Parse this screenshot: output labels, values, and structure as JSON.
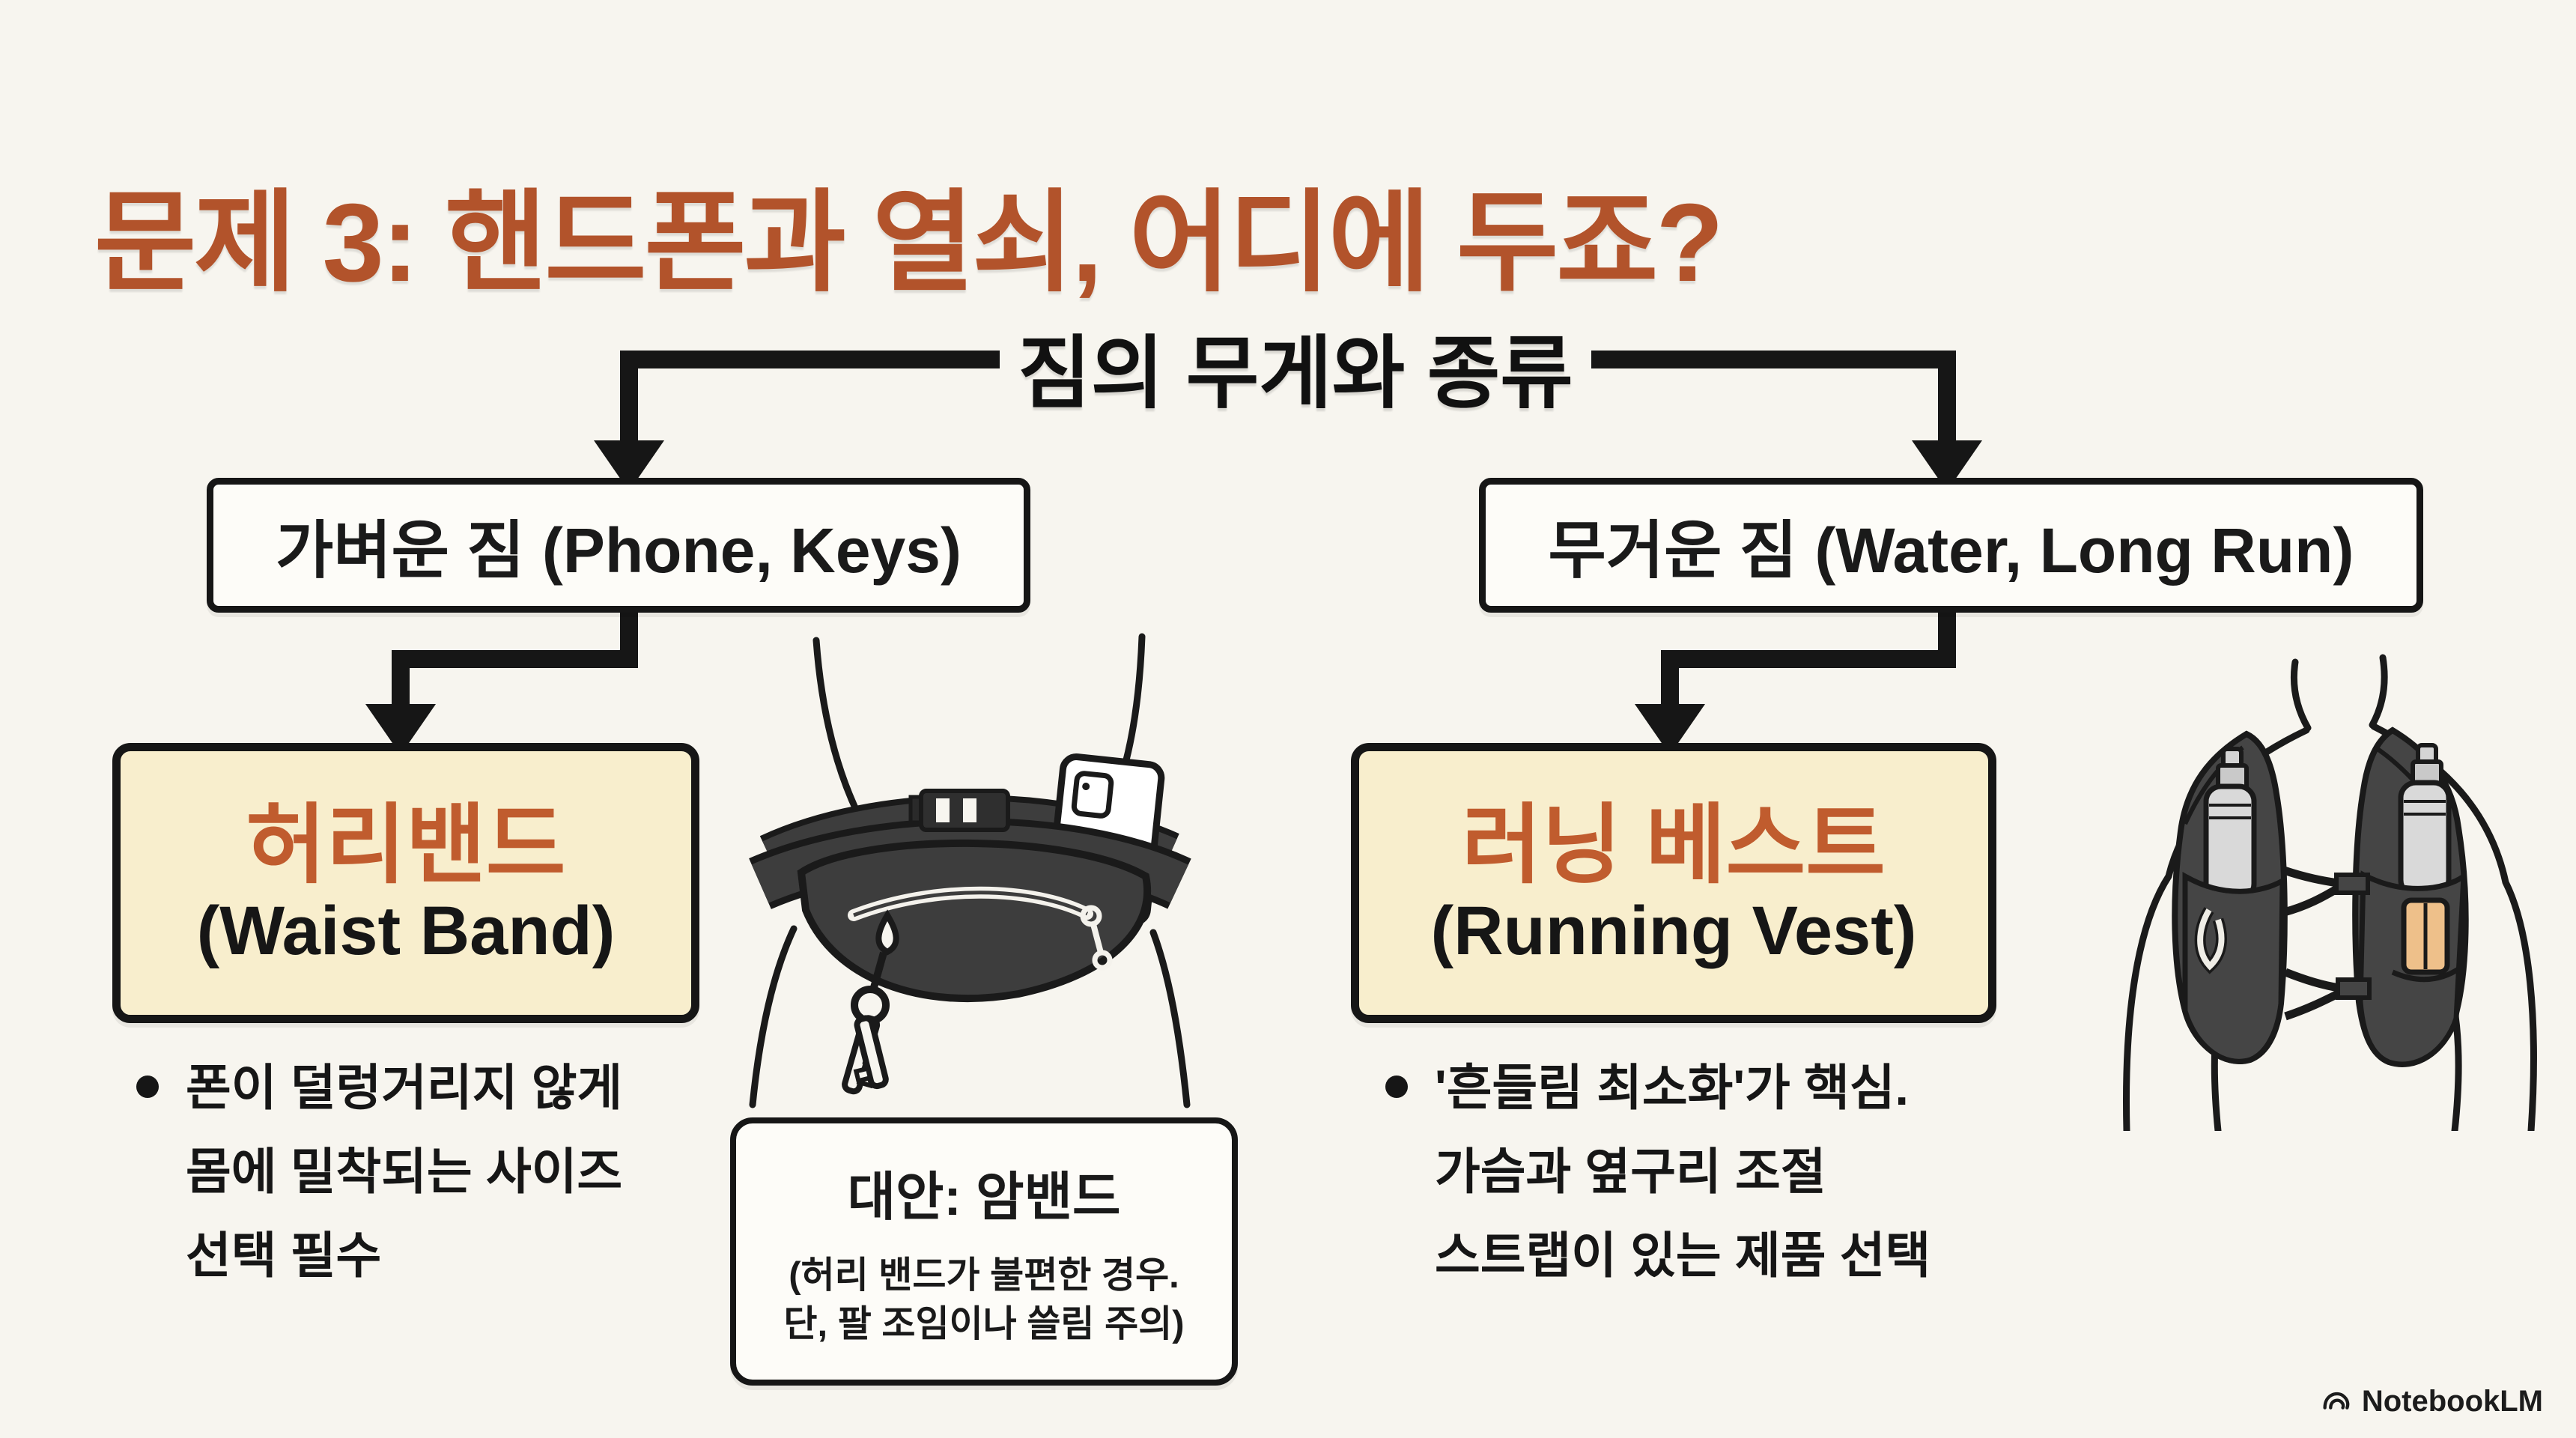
{
  "page": {
    "title": "문제 3: 핸드폰과 열쇠, 어디에 두죠?",
    "background_color": "#f7f5ef",
    "title_color": "#b2532b"
  },
  "flowchart": {
    "root_label": "짐의 무게와 종류",
    "light_branch": {
      "condition_label": "가벼운 짐 (Phone, Keys)",
      "result_title_ko": "허리밴드",
      "result_title_en": "(Waist Band)",
      "note_lines": [
        "폰이 덜렁거리지 않게",
        "몸에 밀착되는 사이즈",
        "선택 필수"
      ]
    },
    "heavy_branch": {
      "condition_label": "무거운 짐 (Water, Long Run)",
      "result_title_ko": "러닝 베스트",
      "result_title_en": "(Running Vest)",
      "note_lines": [
        "'흔들림 최소화'가 핵심.",
        "가슴과 옆구리 조절",
        "스트랩이 있는 제품 선택"
      ]
    },
    "alternative_box": {
      "title": "대안: 암밴드",
      "lines": [
        "(허리 밴드가 불편한 경우.",
        "단, 팔 조임이나 쓸림 주의)"
      ]
    }
  },
  "colors": {
    "result_box_fill": "#f8eecd",
    "result_accent_orange": "#c05c2e",
    "line_black": "#1a1a1a",
    "plain_box_fill": "#fdfcf8"
  },
  "illustrations": {
    "left": "waist-band-illustration",
    "right": "running-vest-illustration"
  },
  "footer": {
    "brand_name": "NotebookLM"
  }
}
